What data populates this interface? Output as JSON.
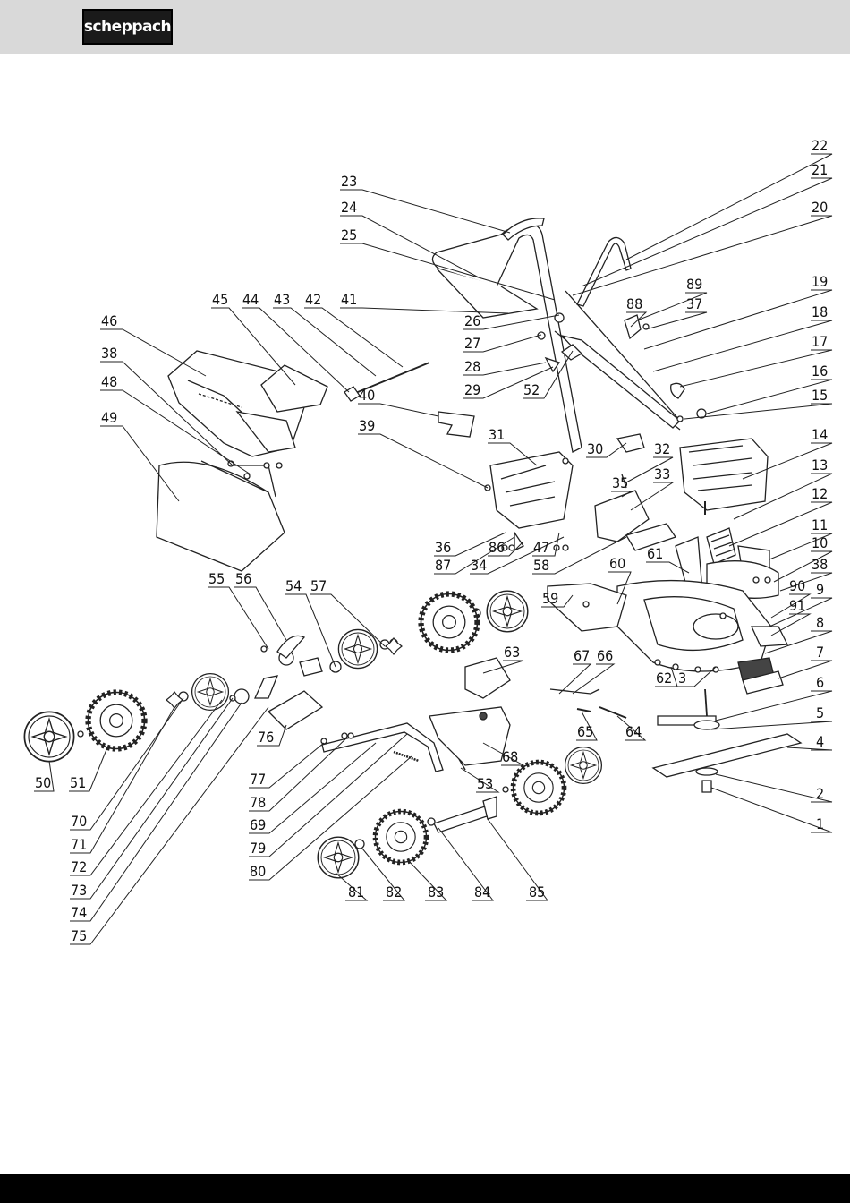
{
  "header": {
    "brand": "scheppach"
  },
  "colors": {
    "header_bg": "#d9d9d9",
    "footer_bg": "#000000",
    "line": "#222222"
  },
  "callouts": {
    "n1": "1",
    "n2": "2",
    "n3": "3",
    "n4": "4",
    "n5": "5",
    "n6": "6",
    "n7": "7",
    "n8": "8",
    "n9": "9",
    "n10": "10",
    "n11": "11",
    "n12": "12",
    "n13": "13",
    "n14": "14",
    "n15": "15",
    "n16": "16",
    "n17": "17",
    "n18": "18",
    "n19": "19",
    "n20": "20",
    "n21": "21",
    "n22": "22",
    "n23": "23",
    "n24": "24",
    "n25": "25",
    "n26": "26",
    "n27": "27",
    "n28": "28",
    "n29": "29",
    "n30": "30",
    "n31": "31",
    "n32": "32",
    "n33": "33",
    "n34": "34",
    "n35": "35",
    "n36": "36",
    "n37": "37",
    "n38": "38",
    "n39": "39",
    "n40": "40",
    "n41": "41",
    "n42": "42",
    "n43": "43",
    "n44": "44",
    "n45": "45",
    "n46": "46",
    "n47": "47",
    "n48": "48",
    "n49": "49",
    "n50": "50",
    "n51": "51",
    "n52": "52",
    "n53": "53",
    "n54": "54",
    "n55": "55",
    "n56": "56",
    "n57": "57",
    "n58": "58",
    "n59": "59",
    "n60": "60",
    "n61": "61",
    "n62": "62",
    "n63": "63",
    "n64": "64",
    "n65": "65",
    "n66": "66",
    "n67": "67",
    "n68": "68",
    "n69": "69",
    "n70": "70",
    "n71": "71",
    "n72": "72",
    "n73": "73",
    "n74": "74",
    "n75": "75",
    "n76": "76",
    "n77": "77",
    "n78": "78",
    "n79": "79",
    "n80": "80",
    "n81": "81",
    "n82": "82",
    "n83": "83",
    "n84": "84",
    "n85": "85",
    "n86": "86",
    "n87": "87",
    "n88": "88",
    "n89": "89",
    "n90": "90",
    "n91": "91"
  }
}
